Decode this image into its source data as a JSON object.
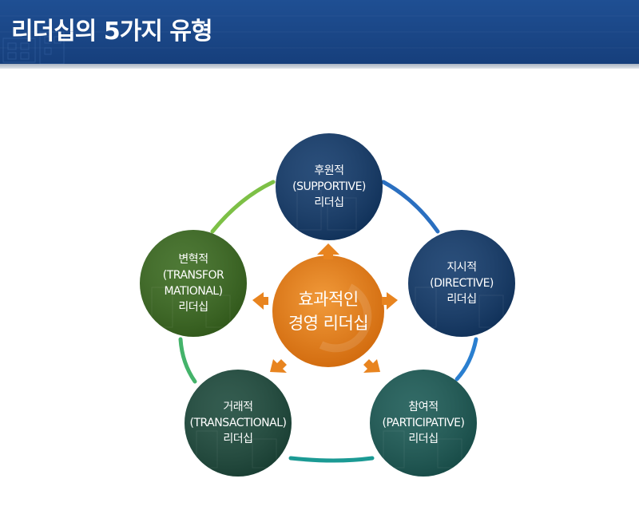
{
  "header": {
    "title": "리더십의 5가지 유형"
  },
  "center": {
    "line1": "효과적인",
    "line2": "경영 리더십",
    "color": "#e07b1a"
  },
  "nodes": [
    {
      "id": "supportive",
      "lines": [
        "후원적",
        "(SUPPORTIVE)",
        "리더십"
      ],
      "color": "#123a6b"
    },
    {
      "id": "directive",
      "lines": [
        "지시적",
        "(DIRECTIVE)",
        "리더십"
      ],
      "color": "#123a6b"
    },
    {
      "id": "participative",
      "lines": [
        "참여적",
        "(PARTICIPATIVE)",
        "리더십"
      ],
      "color": "#1b5a55"
    },
    {
      "id": "transactional",
      "lines": [
        "거래적",
        "(TRANSACTIONAL)",
        "리더십"
      ],
      "color": "#1d4a3c"
    },
    {
      "id": "transformational",
      "lines": [
        "변혁적",
        "(TRANSFOR",
        "MATIONAL)",
        "리더십"
      ],
      "color": "#3a6a1f"
    }
  ],
  "colors": {
    "header_bg": "#1f4f93",
    "ring_blue": "#2a74c6",
    "ring_teal": "#1b9a94",
    "ring_green": "#7dc046",
    "arrow": "#e8841f"
  }
}
